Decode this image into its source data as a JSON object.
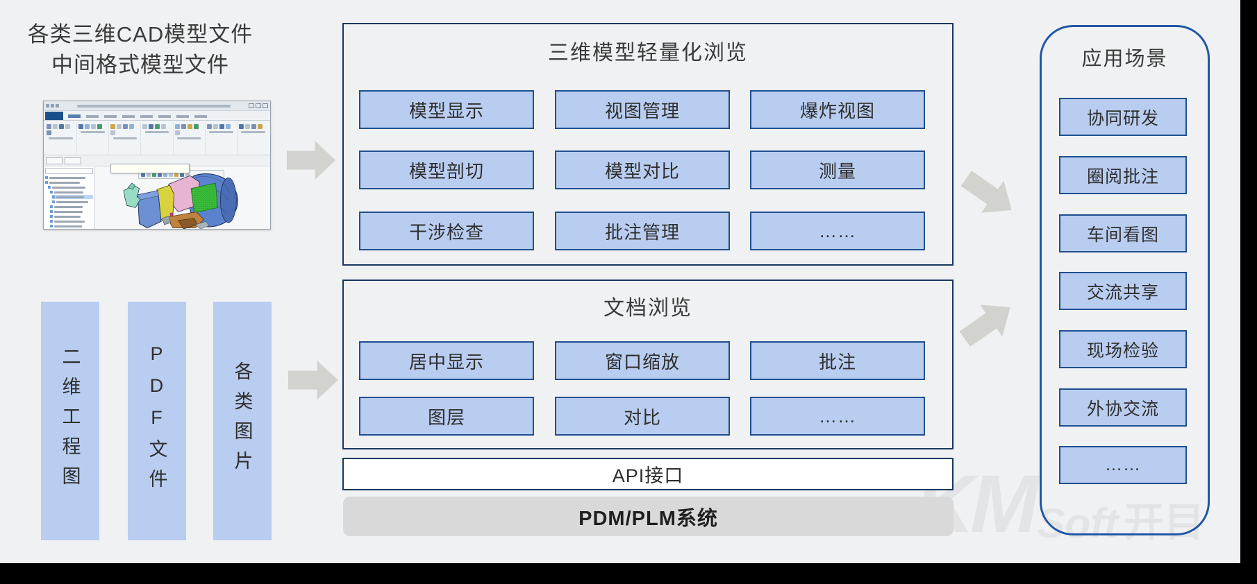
{
  "page_title": {
    "line1": "各类三维CAD模型文件",
    "line2": "中间格式模型文件"
  },
  "input_bars": {
    "drawing2d": "二维工程图",
    "pdf": "PDF文件",
    "images": "各类图片"
  },
  "model_browse": {
    "title": "三维模型轻量化浏览",
    "items": [
      "模型显示",
      "视图管理",
      "爆炸视图",
      "模型剖切",
      "模型对比",
      "测量",
      "干涉检查",
      "批注管理",
      "……"
    ]
  },
  "doc_browse": {
    "title": "文档浏览",
    "items": [
      "居中显示",
      "窗口缩放",
      "批注",
      "图层",
      "对比",
      "……"
    ]
  },
  "api_bar": {
    "label": "API接口"
  },
  "pdm_bar": {
    "label": "PDM/PLM系统"
  },
  "scenarios": {
    "title": "应用场景",
    "items": [
      "协同研发",
      "圈阅批注",
      "车间看图",
      "交流共享",
      "现场检验",
      "外协交流",
      "……"
    ]
  },
  "watermark": {
    "mark": "KM",
    "soft": "Soft",
    "cn": "开目"
  },
  "colors": {
    "page_bg": "#f0f1f2",
    "feature_fill": "#b9cdf0",
    "feature_border": "#1f4e8f",
    "frame_border": "#17375e",
    "panel_border": "#2156a5",
    "arrow": "#d2d2ce",
    "pdm_fill": "#d9d9d9",
    "api_fill": "#ffffff"
  }
}
